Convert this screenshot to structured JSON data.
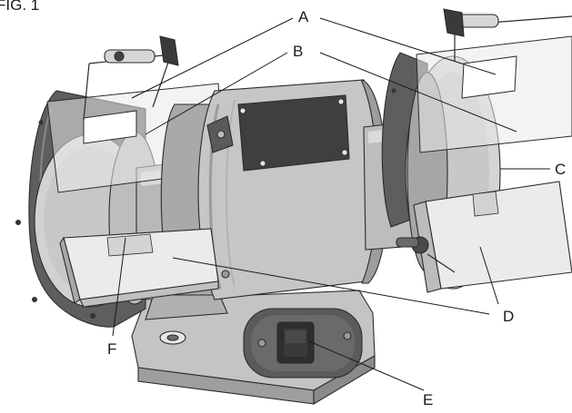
{
  "figure": {
    "caption": "FIG. 1"
  },
  "callouts": {
    "a": "A",
    "b": "B",
    "c": "C",
    "d": "D",
    "e": "E",
    "f": "F"
  }
}
